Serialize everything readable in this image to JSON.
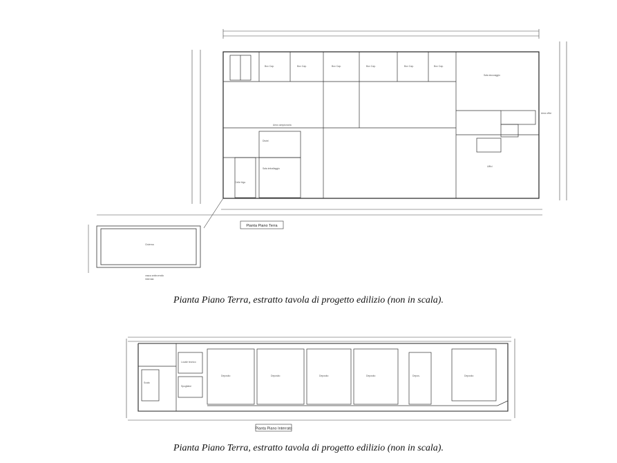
{
  "plan1": {
    "title_label": "Pianta Piano Terra",
    "caption": "Pianta Piano Terra, estratto tavola di progetto edilizio (non in scala)."
  },
  "plan2": {
    "title_label": "Pianta Piano Interrato",
    "caption": "Pianta Piano Terra, estratto tavola di progetto edilizio (non in scala)."
  }
}
